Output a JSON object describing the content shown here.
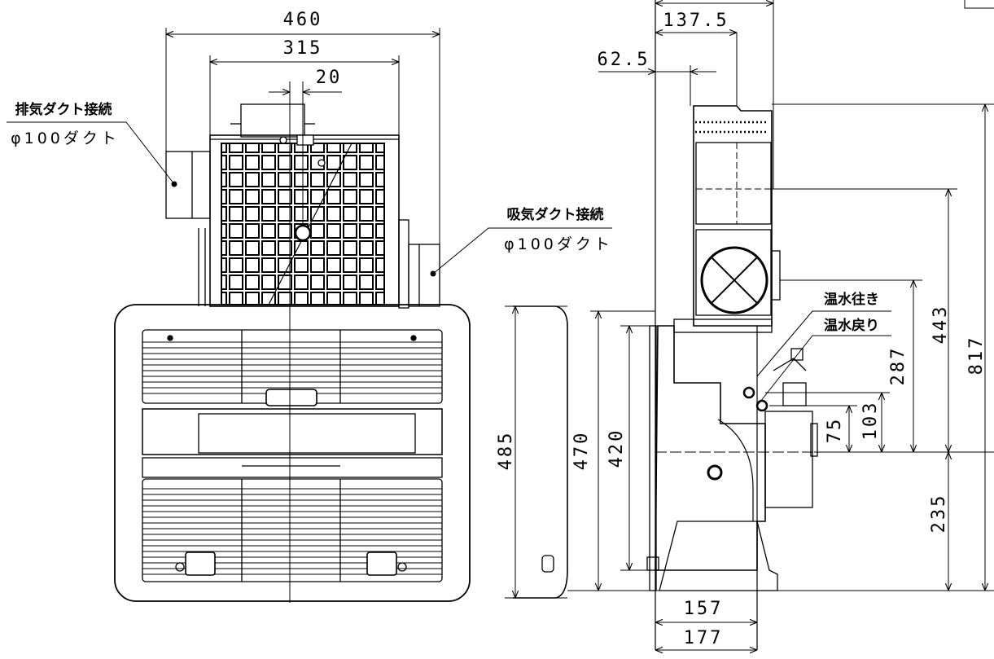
{
  "labels": {
    "exhaust_title": "排気ダクト接続",
    "exhaust_spec": "φ100ダクト",
    "intake_title": "吸気ダクト接続",
    "intake_spec": "φ100ダクト",
    "hot_out": "温水往き",
    "hot_return": "温水戻り"
  },
  "dims": {
    "d460": "460",
    "d315": "315",
    "d20": "20",
    "d137": "137.5",
    "d62": "62.5",
    "d485": "485",
    "d470": "470",
    "d420": "420",
    "d443": "443",
    "d817": "817",
    "d287": "287",
    "d103": "103",
    "d75": "75",
    "d235": "235",
    "d157": "157",
    "d177": "177"
  }
}
